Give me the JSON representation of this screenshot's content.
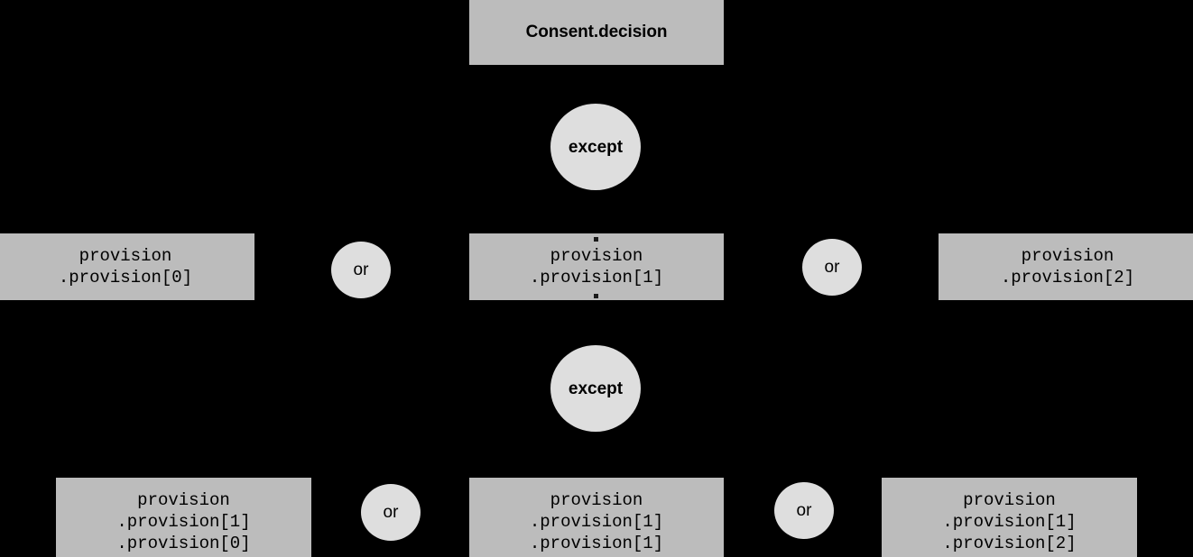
{
  "diagram": {
    "title": "Consent.decision",
    "background_color": "#000000",
    "box_color": "#bcbcbc",
    "ellipse_color": "#dedede",
    "text_color": "#000000",
    "root": {
      "label": "Consent.decision"
    },
    "operators": {
      "except_label": "except",
      "or_label": "or"
    },
    "levels": [
      {
        "level": 1,
        "operator": "except",
        "operator_label": "except",
        "nodes": [
          {
            "id": "provision-0",
            "label": "provision\n.provision[0]",
            "lines": [
              "provision",
              ".provision[0]"
            ]
          },
          {
            "id": "provision-1",
            "label": "provision\n.provision[1]",
            "lines": [
              "provision",
              ".provision[1]"
            ]
          },
          {
            "id": "provision-2",
            "label": "provision\n.provision[2]",
            "lines": [
              "provision",
              ".provision[2]"
            ]
          }
        ],
        "joiners": [
          "or",
          "or"
        ]
      },
      {
        "level": 2,
        "operator": "except",
        "operator_label": "except",
        "nodes": [
          {
            "id": "provision-1-0",
            "label": "provision\n.provision[1]\n.provision[0]",
            "lines": [
              "provision",
              ".provision[1]",
              ".provision[0]"
            ]
          },
          {
            "id": "provision-1-1",
            "label": "provision\n.provision[1]\n.provision[1]",
            "lines": [
              "provision",
              ".provision[1]",
              ".provision[1]"
            ]
          },
          {
            "id": "provision-1-2",
            "label": "provision\n.provision[1]\n.provision[2]",
            "lines": [
              "provision",
              ".provision[1]",
              ".provision[2]"
            ]
          }
        ],
        "joiners": [
          "or",
          "or"
        ]
      }
    ]
  }
}
